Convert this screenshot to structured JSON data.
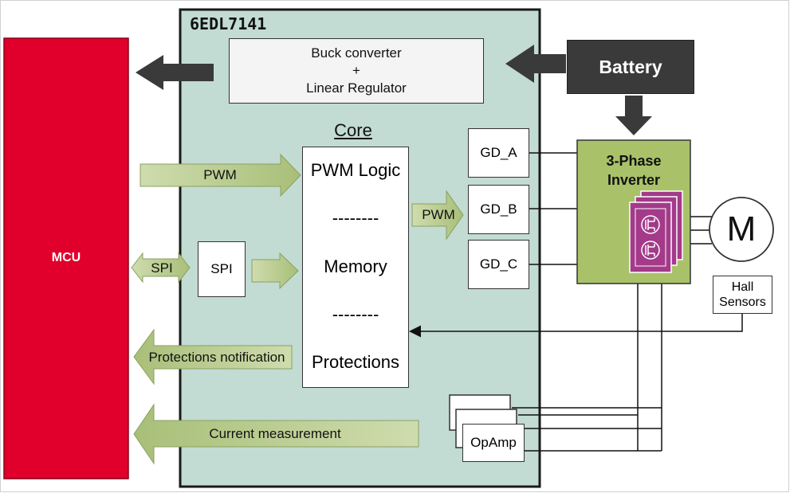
{
  "chip": {
    "title": "6EDL7141"
  },
  "mcu": {
    "label": "MCU"
  },
  "regulator": {
    "line1": "Buck converter",
    "line2": "+",
    "line3": "Linear Regulator"
  },
  "battery": {
    "label": "Battery"
  },
  "core": {
    "title": "Core",
    "pwm_logic": "PWM Logic",
    "sep1": "--------",
    "memory": "Memory",
    "sep2": "--------",
    "protections": "Protections"
  },
  "gate_drivers": {
    "a": "GD_A",
    "b": "GD_B",
    "c": "GD_C"
  },
  "inverter": {
    "line1": "3-Phase",
    "line2": "Inverter"
  },
  "motor": {
    "label": "M"
  },
  "hall": {
    "line1": "Hall",
    "line2": "Sensors"
  },
  "spi_block": {
    "label": "SPI"
  },
  "opamp": {
    "label": "OpAmp"
  },
  "arrows": {
    "pwm_in": "PWM",
    "pwm_out": "PWM",
    "spi": "SPI",
    "protections": "Protections notification",
    "current": "Current measurement"
  },
  "colors": {
    "mcu": "#e0002b",
    "chip_bg": "#c2dbd3",
    "arrow_green": "#b5c98a",
    "dark": "#3a3a3a",
    "inverter": "#a9c26a",
    "mosfet": "#a43a8a"
  }
}
